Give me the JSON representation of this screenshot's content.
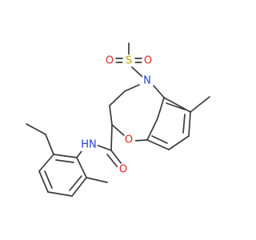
{
  "colors": {
    "background": "#ffffff",
    "bond": "#3a3a3a",
    "sulfur": "#b8a400",
    "oxygen": "#e0261b",
    "nitrogen": "#1e3fd6"
  },
  "atoms": {
    "sulfonyl_s": "S",
    "sulfonyl_o_left": "O",
    "sulfonyl_o_right": "O",
    "ring_n": "N",
    "ring_o": "O",
    "amide_nh": "HN",
    "amide_o": "O"
  }
}
